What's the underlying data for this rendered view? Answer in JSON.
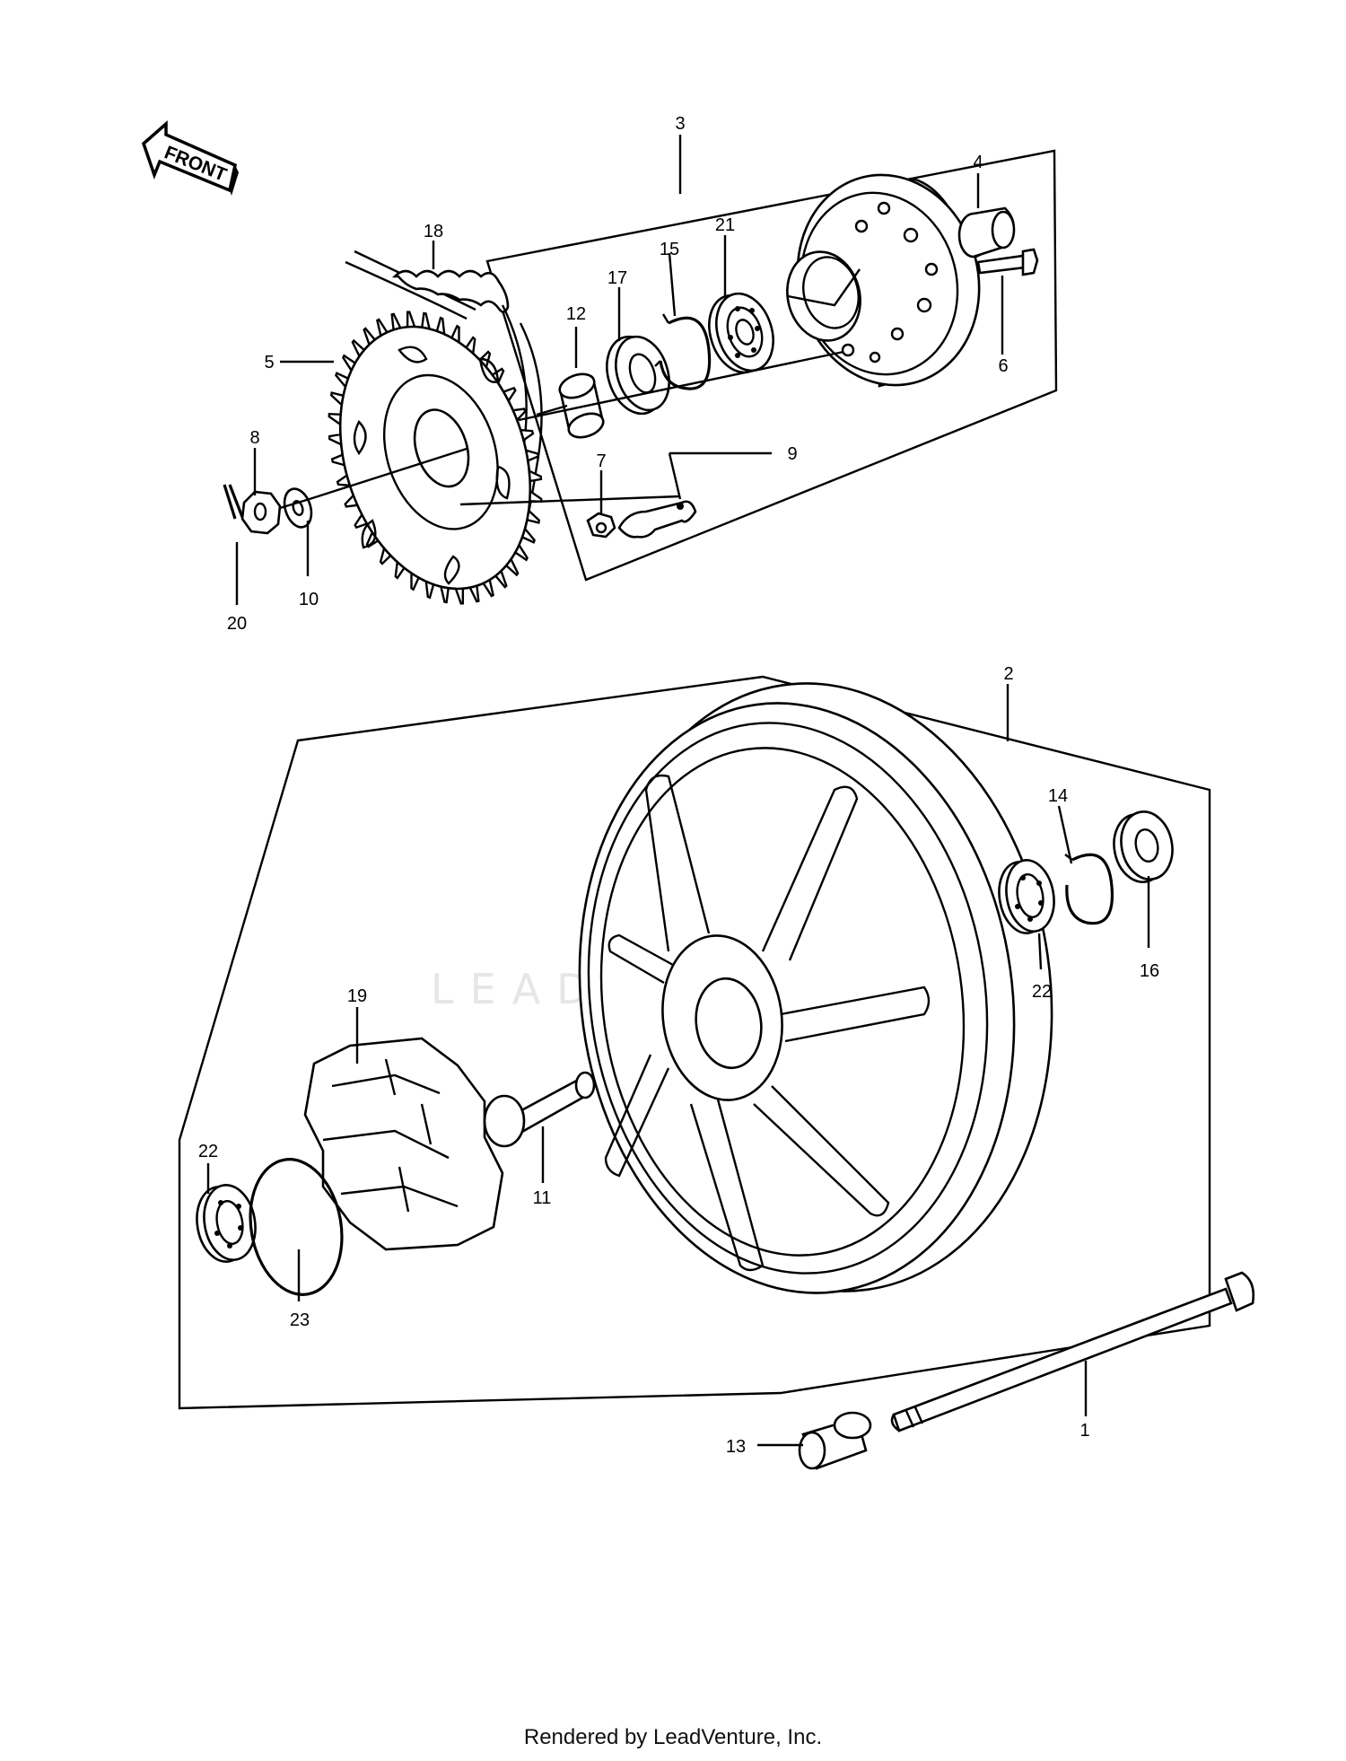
{
  "diagram": {
    "front_arrow_text": "FRONT",
    "watermark_text": "LEADVENTURE",
    "callouts": {
      "c1": "1",
      "c2": "2",
      "c3": "3",
      "c4": "4",
      "c5": "5",
      "c6": "6",
      "c7": "7",
      "c8": "8",
      "c9": "9",
      "c10": "10",
      "c11": "11",
      "c12": "12",
      "c13": "13",
      "c14": "14",
      "c15": "15",
      "c16": "16",
      "c17": "17",
      "c18": "18",
      "c19": "19",
      "c20": "20",
      "c21": "21",
      "c22a": "22",
      "c22b": "22",
      "c23": "23"
    }
  },
  "footer": {
    "text": "Rendered by LeadVenture, Inc."
  }
}
